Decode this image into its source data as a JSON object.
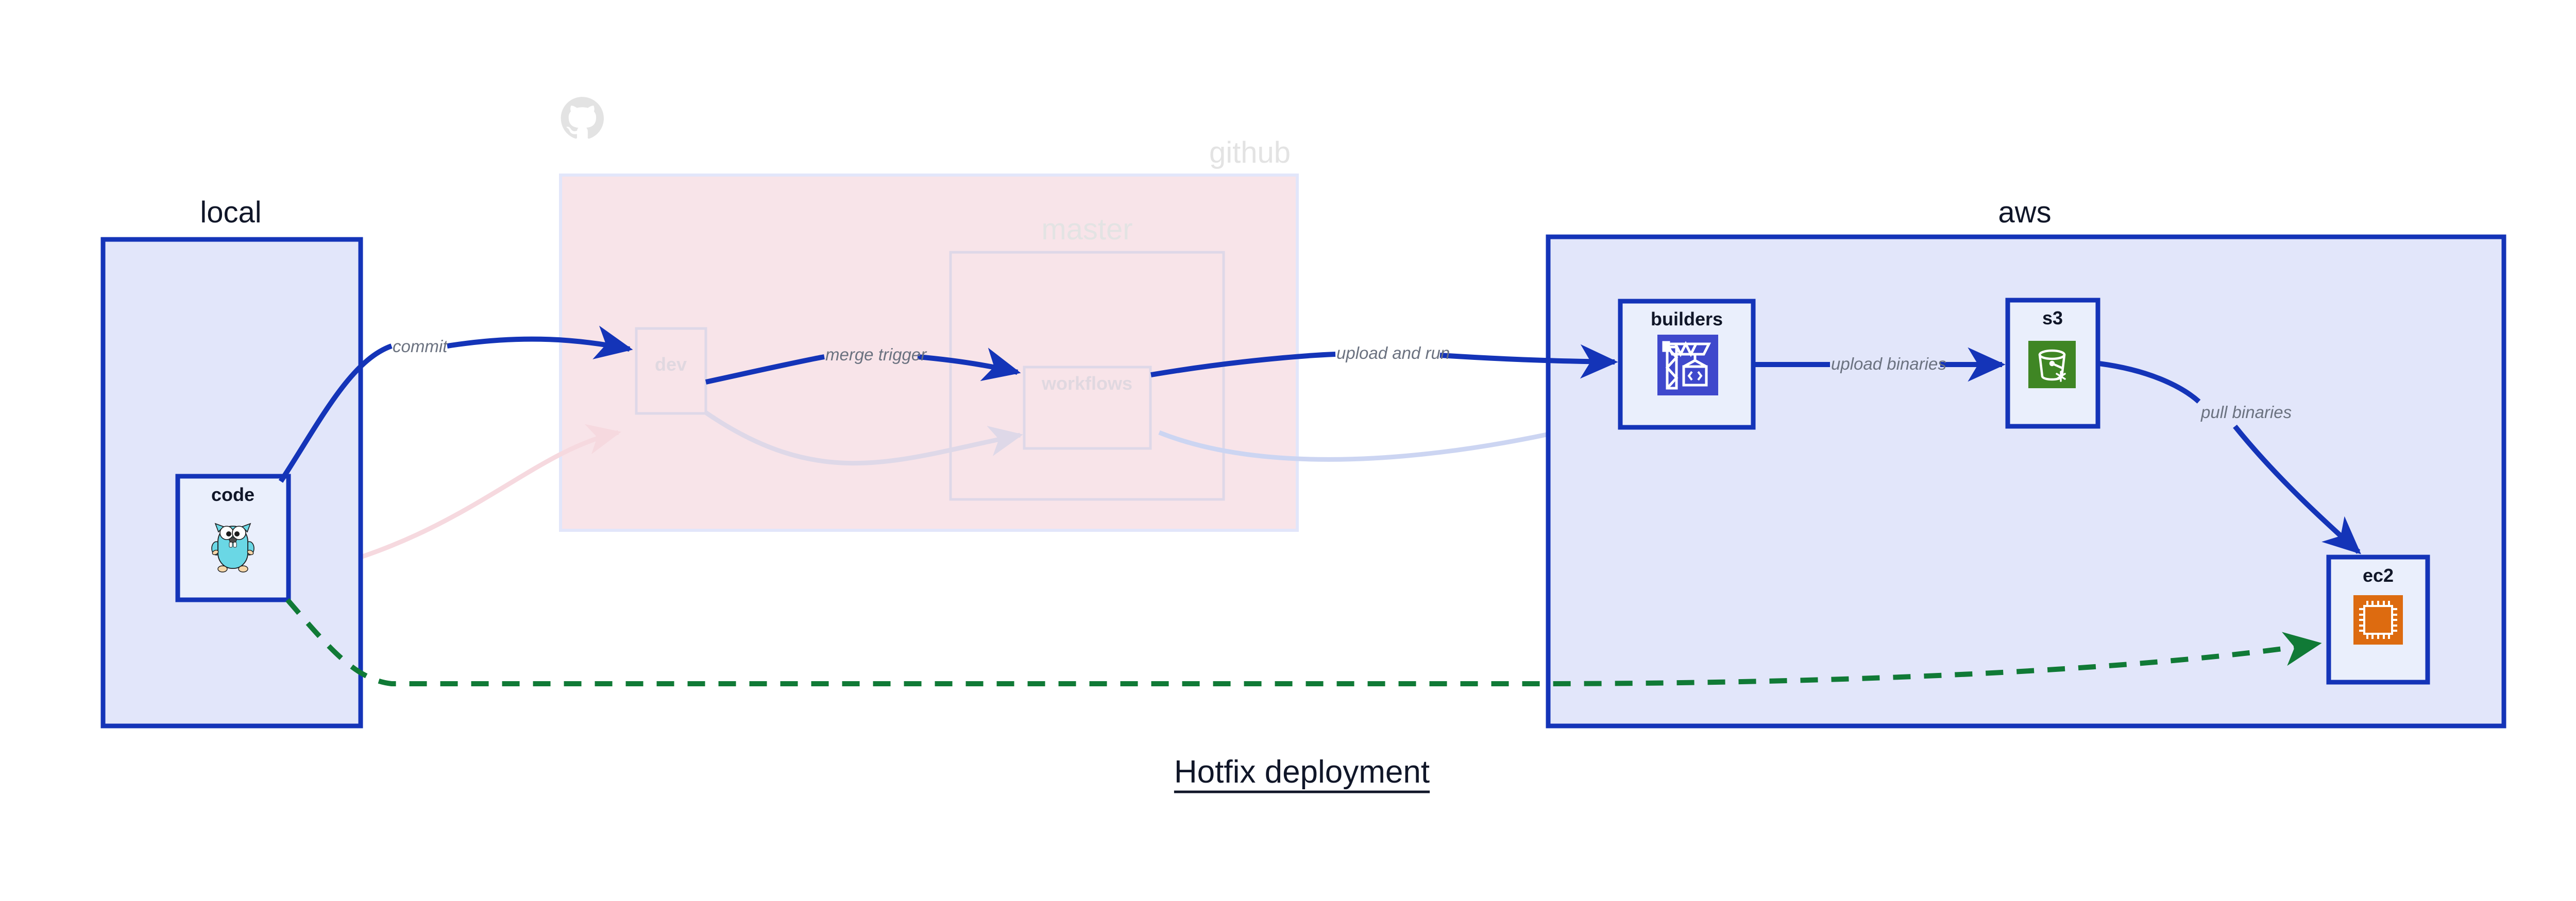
{
  "title": "Hotfix deployment",
  "groups": [
    {
      "id": "local",
      "label": "local",
      "faded": false
    },
    {
      "id": "github",
      "label": "github",
      "faded": true
    },
    {
      "id": "master",
      "label": "master",
      "faded": true
    },
    {
      "id": "aws",
      "label": "aws",
      "faded": false
    }
  ],
  "nodes": [
    {
      "id": "code",
      "label": "code",
      "icon": "go-gopher-icon",
      "faded": false,
      "group": "local"
    },
    {
      "id": "dev",
      "label": "dev",
      "icon": "none",
      "faded": true,
      "group": "github"
    },
    {
      "id": "workflows",
      "label": "workflows",
      "icon": "none",
      "faded": true,
      "group": "master"
    },
    {
      "id": "builders",
      "label": "builders",
      "icon": "aws-codebuild-icon",
      "faded": false,
      "group": "aws"
    },
    {
      "id": "s3",
      "label": "s3",
      "icon": "aws-s3-glacier-icon",
      "faded": false,
      "group": "aws"
    },
    {
      "id": "ec2",
      "label": "ec2",
      "icon": "aws-ec2-chip-icon",
      "faded": false,
      "group": "aws"
    }
  ],
  "edges": [
    {
      "id": "commit",
      "label": "commit",
      "from": "code",
      "to": "dev",
      "style": "solid",
      "faded": false
    },
    {
      "id": "merge-trigger",
      "label": "merge trigger",
      "from": "dev",
      "to": "workflows",
      "style": "solid",
      "faded": false
    },
    {
      "id": "upload-and-run",
      "label": "upload and run",
      "from": "workflows",
      "to": "builders",
      "style": "solid",
      "faded": false
    },
    {
      "id": "upload-binaries",
      "label": "upload binaries",
      "from": "builders",
      "to": "s3",
      "style": "solid",
      "faded": false
    },
    {
      "id": "pull-binaries",
      "label": "pull binaries",
      "from": "s3",
      "to": "ec2",
      "style": "solid",
      "faded": false
    },
    {
      "id": "hotfix-direct",
      "label": "",
      "from": "code",
      "to": "ec2",
      "style": "dashed",
      "faded": false
    },
    {
      "id": "faded-code-dev",
      "label": "",
      "from": "code",
      "to": "dev",
      "style": "solid",
      "faded": true
    },
    {
      "id": "faded-dev-wf",
      "label": "",
      "from": "dev",
      "to": "workflows",
      "style": "solid",
      "faded": true
    },
    {
      "id": "faded-wf-build",
      "label": "",
      "from": "workflows",
      "to": "builders",
      "style": "solid",
      "faded": true
    }
  ],
  "colors": {
    "edge_blue": "#1434b8",
    "edge_green": "#107a36",
    "group_border_blue": "#1434b8",
    "group_fill_blue": "#e2e6fa",
    "group_fill_pink": "#f8e4e9",
    "node_fill": "#eaeffc",
    "label_gray": "#6b7280",
    "title_dark": "#101628",
    "codebuild_blue": "#3f48cc",
    "s3_green": "#3f8624",
    "ec2_orange": "#dd6b10",
    "gopher_blue": "#6ad7e5"
  }
}
